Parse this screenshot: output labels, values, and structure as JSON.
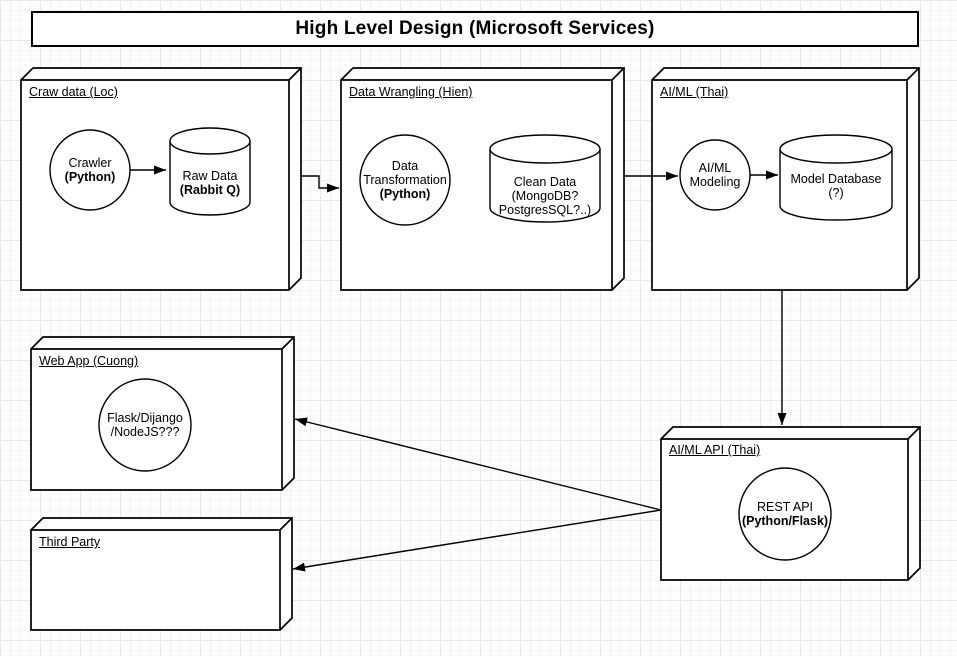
{
  "diagram": {
    "title": "High Level Design (Microsoft Services)",
    "containers": {
      "craw_data": {
        "label": "Craw data (Loc)"
      },
      "data_wrangling": {
        "label": "Data Wrangling (Hien)"
      },
      "ai_ml": {
        "label": "AI/ML (Thai)"
      },
      "web_app": {
        "label": "Web App (Cuong)"
      },
      "third_party": {
        "label": "Third Party"
      },
      "ai_ml_api": {
        "label": "AI/ML API (Thai)"
      }
    },
    "nodes": {
      "crawler": {
        "shape": "circle",
        "lines": [
          "Crawler",
          "(Python)"
        ]
      },
      "raw_data": {
        "shape": "cylinder",
        "lines": [
          "Raw Data",
          "(Rabbit Q)"
        ]
      },
      "data_transformation": {
        "shape": "circle",
        "lines": [
          "Data",
          "Transformation",
          "(Python)"
        ]
      },
      "clean_data": {
        "shape": "cylinder",
        "lines": [
          "Clean Data",
          "(MongoDB?",
          "PostgresSQL?..)"
        ]
      },
      "ai_ml_modeling": {
        "shape": "circle",
        "lines": [
          "AI/ML",
          "Modeling"
        ]
      },
      "model_database": {
        "shape": "cylinder",
        "lines": [
          "Model Database",
          "(?)"
        ]
      },
      "web_framework": {
        "shape": "circle",
        "lines": [
          "Flask/Dijango",
          "/NodeJS???"
        ]
      },
      "rest_api": {
        "shape": "circle",
        "lines": [
          "REST API",
          "(Python/Flask)"
        ]
      }
    },
    "edges": [
      {
        "from": "crawler",
        "to": "raw_data"
      },
      {
        "from": "craw_data",
        "to": "data_wrangling"
      },
      {
        "from": "data_wrangling",
        "to": "ai_ml_modeling"
      },
      {
        "from": "ai_ml_modeling",
        "to": "model_database"
      },
      {
        "from": "ai_ml",
        "to": "ai_ml_api"
      },
      {
        "from": "ai_ml_api",
        "to": "web_app"
      },
      {
        "from": "ai_ml_api",
        "to": "third_party"
      }
    ],
    "colors": {
      "stroke": "#000000",
      "shape_fill": "#ffffff",
      "grid_minor": "#f4f4f4",
      "grid_major": "#e8e8e8"
    }
  }
}
